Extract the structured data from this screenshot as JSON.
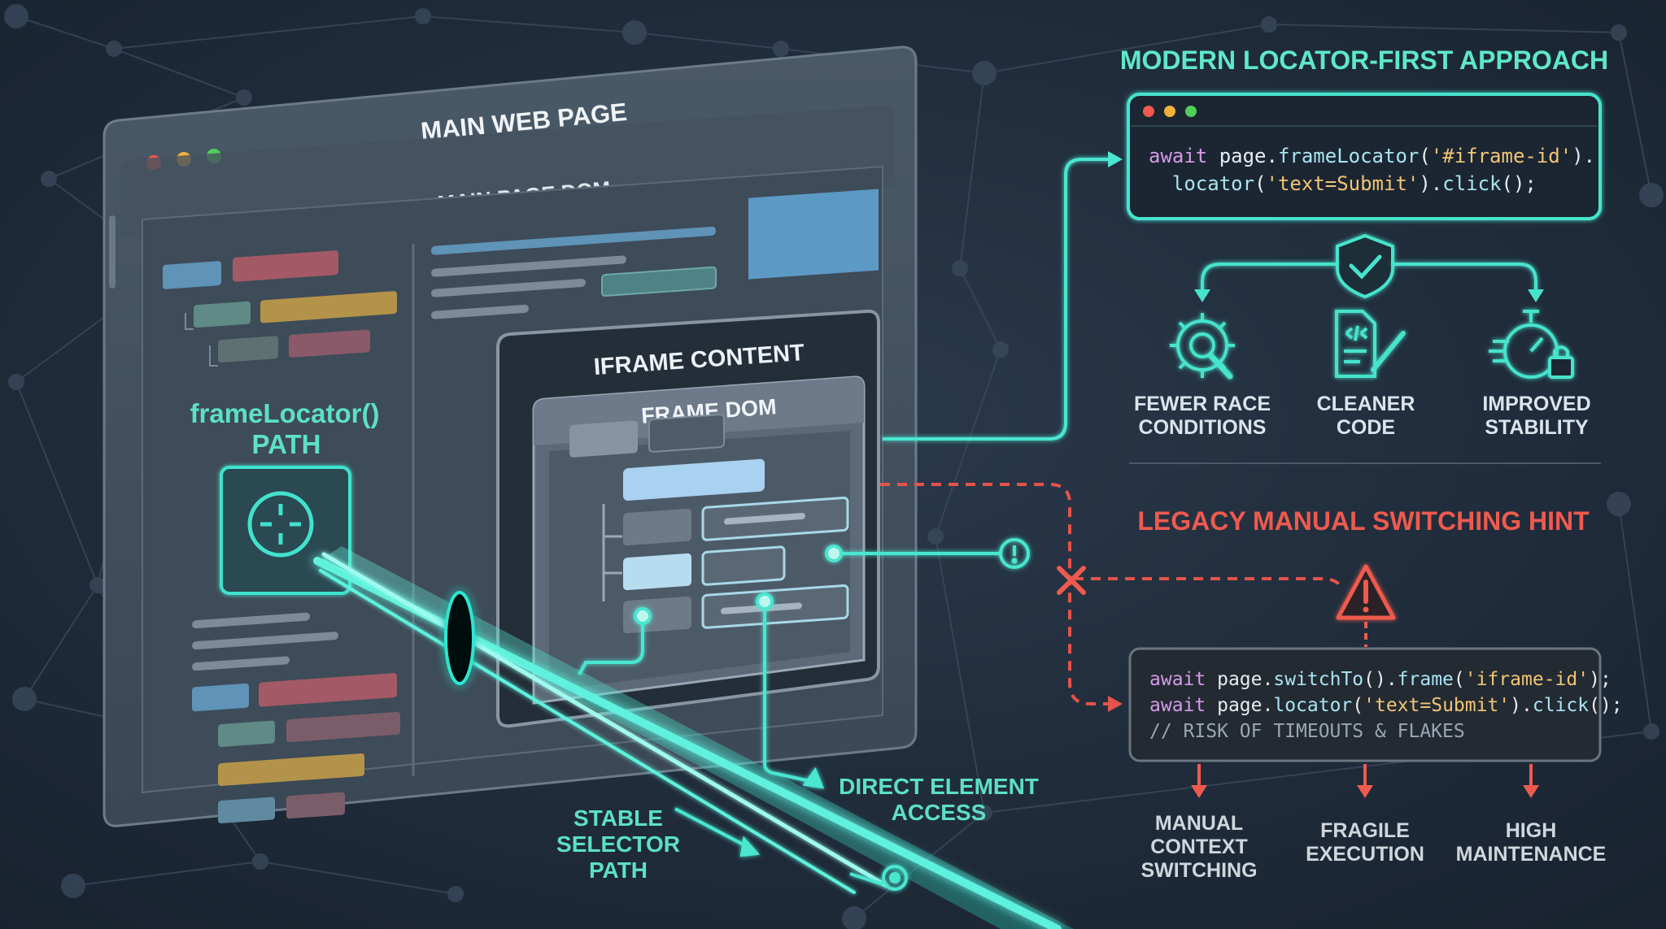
{
  "browser": {
    "title": "MAIN WEB PAGE",
    "dom_title": "MAIN PAGE DOM",
    "locator_label": [
      "frameLocator()",
      "PATH"
    ],
    "iframe_title": "IFRAME CONTENT",
    "frame_dom_title": "FRAME DOM"
  },
  "annotations": {
    "stable_selector": [
      "STABLE",
      "SELECTOR",
      "PATH"
    ],
    "direct_access": [
      "DIRECT ELEMENT",
      "ACCESS"
    ]
  },
  "modern": {
    "title": "MODERN LOCATOR-FIRST APPROACH",
    "code": [
      [
        [
          "kw",
          "await"
        ],
        [
          "plain",
          " page."
        ],
        [
          "fn",
          "frameLocator"
        ],
        [
          "plain",
          "("
        ],
        [
          "str",
          "'#iframe-id'"
        ],
        [
          "plain",
          ")."
        ]
      ],
      [
        [
          "plain",
          "  "
        ],
        [
          "fn",
          "locator"
        ],
        [
          "plain",
          "("
        ],
        [
          "str",
          "'text=Submit'"
        ],
        [
          "plain",
          ")."
        ],
        [
          "fn",
          "click"
        ],
        [
          "plain",
          "();"
        ]
      ]
    ],
    "benefits": [
      {
        "icon": "gear-wrench-icon",
        "lines": [
          "FEWER RACE",
          "CONDITIONS"
        ]
      },
      {
        "icon": "code-document-icon",
        "lines": [
          "CLEANER",
          "CODE"
        ]
      },
      {
        "icon": "stopwatch-lock-icon",
        "lines": [
          "IMPROVED",
          "STABILITY"
        ]
      }
    ]
  },
  "legacy": {
    "title": "LEGACY MANUAL SWITCHING HINT",
    "code": [
      [
        [
          "kw",
          "await"
        ],
        [
          "plain",
          " page."
        ],
        [
          "fn",
          "switchTo"
        ],
        [
          "plain",
          "()."
        ],
        [
          "fn",
          "frame"
        ],
        [
          "plain",
          "("
        ],
        [
          "str",
          "'iframe-id'"
        ],
        [
          "plain",
          ");"
        ]
      ],
      [
        [
          "kw",
          "await"
        ],
        [
          "plain",
          " page."
        ],
        [
          "fn",
          "locator"
        ],
        [
          "plain",
          "("
        ],
        [
          "str",
          "'text=Submit'"
        ],
        [
          "plain",
          ")."
        ],
        [
          "fn",
          "click"
        ],
        [
          "plain",
          "();"
        ]
      ],
      [
        [
          "comment",
          "// RISK OF TIMEOUTS & FLAKES"
        ]
      ]
    ],
    "drawbacks": [
      {
        "lines": [
          "MANUAL",
          "CONTEXT",
          "SWITCHING"
        ]
      },
      {
        "lines": [
          "FRAGILE",
          "EXECUTION"
        ]
      },
      {
        "lines": [
          "HIGH",
          "MAINTENANCE"
        ]
      }
    ]
  },
  "colors": {
    "background": "#1f2b3a",
    "teal": "#3ee6cf",
    "teal_title": "#5ee8c8",
    "red": "#ef5a4e",
    "code_bg": "#1b2530",
    "kw": "#d59ae8",
    "fn": "#a9e4f3",
    "str": "#f0c575",
    "plain": "#e8ecf1",
    "comment": "#9aa6b3"
  }
}
